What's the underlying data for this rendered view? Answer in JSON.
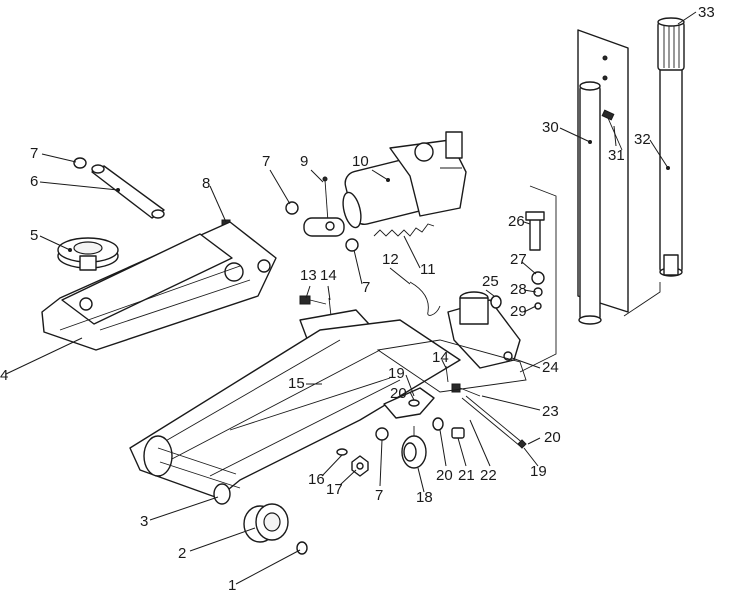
{
  "callouts": [
    {
      "key": "c1",
      "text": "1"
    },
    {
      "key": "c2",
      "text": "2"
    },
    {
      "key": "c3",
      "text": "3"
    },
    {
      "key": "c4",
      "text": "4"
    },
    {
      "key": "c5",
      "text": "5"
    },
    {
      "key": "c6",
      "text": "6"
    },
    {
      "key": "c7a",
      "text": "7"
    },
    {
      "key": "c7b",
      "text": "7"
    },
    {
      "key": "c7c",
      "text": "7"
    },
    {
      "key": "c7d",
      "text": "7"
    },
    {
      "key": "c8",
      "text": "8"
    },
    {
      "key": "c9",
      "text": "9"
    },
    {
      "key": "c10",
      "text": "10"
    },
    {
      "key": "c11",
      "text": "11"
    },
    {
      "key": "c12",
      "text": "12"
    },
    {
      "key": "c13",
      "text": "13"
    },
    {
      "key": "c14a",
      "text": "14"
    },
    {
      "key": "c14b",
      "text": "14"
    },
    {
      "key": "c15",
      "text": "15"
    },
    {
      "key": "c16",
      "text": "16"
    },
    {
      "key": "c17",
      "text": "17"
    },
    {
      "key": "c18",
      "text": "18"
    },
    {
      "key": "c19a",
      "text": "19"
    },
    {
      "key": "c19b",
      "text": "19"
    },
    {
      "key": "c20a",
      "text": "20"
    },
    {
      "key": "c20b",
      "text": "20"
    },
    {
      "key": "c20c",
      "text": "20"
    },
    {
      "key": "c21",
      "text": "21"
    },
    {
      "key": "c22",
      "text": "22"
    },
    {
      "key": "c23",
      "text": "23"
    },
    {
      "key": "c24",
      "text": "24"
    },
    {
      "key": "c25",
      "text": "25"
    },
    {
      "key": "c26",
      "text": "26"
    },
    {
      "key": "c27",
      "text": "27"
    },
    {
      "key": "c28",
      "text": "28"
    },
    {
      "key": "c29",
      "text": "29"
    },
    {
      "key": "c30",
      "text": "30"
    },
    {
      "key": "c31",
      "text": "31"
    },
    {
      "key": "c32",
      "text": "32"
    },
    {
      "key": "c33",
      "text": "33"
    }
  ]
}
